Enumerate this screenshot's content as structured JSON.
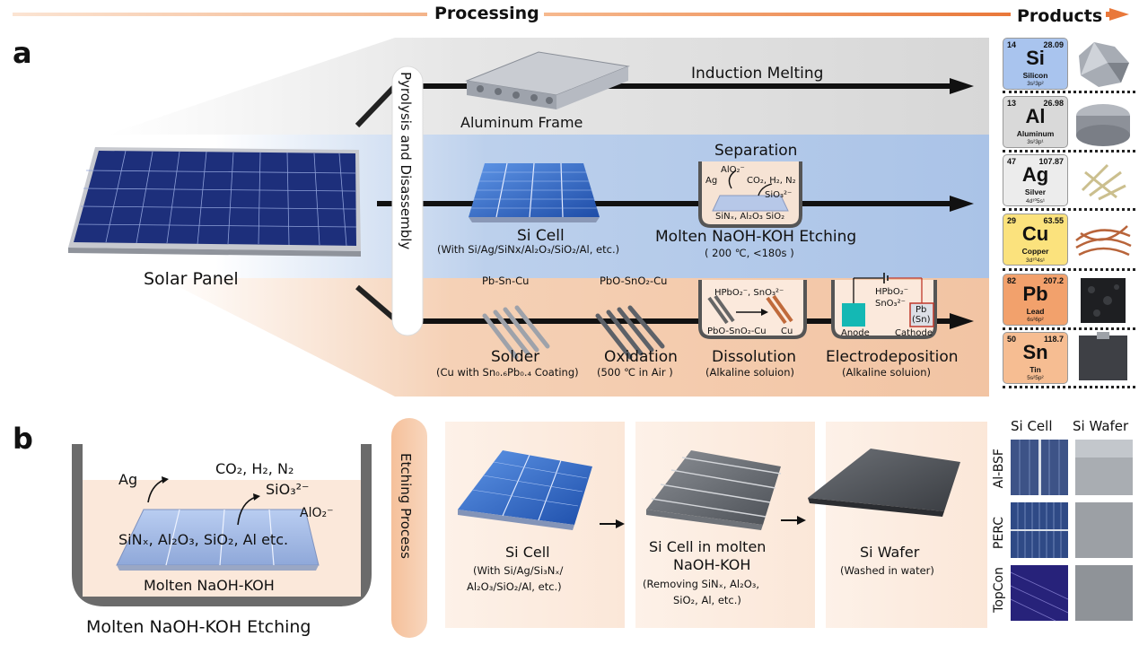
{
  "header": {
    "processing": "Processing",
    "products": "Products"
  },
  "panel_a": {
    "letter": "a",
    "solar_panel": "Solar Panel",
    "pyrolysis": "Pyrolysis and Disassembly",
    "aluminum_frame": "Aluminum Frame",
    "induction_melting": "Induction Melting",
    "separation": "Separation",
    "si_cell": "Si Cell",
    "si_cell_sub": "(With Si/Ag/SiNx/Al₂O₃/SiO₂/Al, etc.)",
    "molten_etching": "Molten NaOH-KOH Etching",
    "molten_etching_sub": "( 200 ℃, <180s )",
    "beaker1": {
      "ag": "Ag",
      "alo2": "AlO₂⁻",
      "gases": "CO₂, H₂, N₂",
      "sio3": "SiO₃²⁻",
      "bottom": "SiNₓ, Al₂O₃ SiO₂"
    },
    "pb_sn_cu": "Pb-Sn-Cu",
    "pbo_sno2_cu": "PbO-SnO₂-Cu",
    "solder": "Solder",
    "solder_sub": "(Cu with Sn₀.₆Pb₀.₄ Coating)",
    "oxidation": "Oxidation",
    "oxidation_sub": "(500 ℃ in Air )",
    "dissolution": "Dissolution",
    "dissolution_sub": "(Alkaline soluion)",
    "electrodeposition": "Electrodeposition",
    "electrodeposition_sub": "(Alkaline soluion)",
    "beaker2": {
      "ions": "HPbO₂⁻, SnO₃²⁻",
      "left": "PbO-SnO₂-Cu",
      "right": "Cu"
    },
    "beaker3": {
      "ions1": "HPbO₂⁻",
      "ions2": "SnO₃²⁻",
      "anode": "Anode",
      "cathode": "Cathode",
      "pb": "Pb",
      "sn": "(Sn)"
    }
  },
  "products": [
    {
      "num": "14",
      "mass": "28.09",
      "sym": "Si",
      "name": "Silicon",
      "cfg": "3s²3p²",
      "color": "#a9c4ee"
    },
    {
      "num": "13",
      "mass": "26.98",
      "sym": "Al",
      "name": "Aluminum",
      "cfg": "3s²3p¹",
      "color": "#d9d9d9"
    },
    {
      "num": "47",
      "mass": "107.87",
      "sym": "Ag",
      "name": "Silver",
      "cfg": "4d¹⁰5s¹",
      "color": "#ececec"
    },
    {
      "num": "29",
      "mass": "63.55",
      "sym": "Cu",
      "name": "Copper",
      "cfg": "3d¹⁰4s¹",
      "color": "#fbe27d"
    },
    {
      "num": "82",
      "mass": "207.2",
      "sym": "Pb",
      "name": "Lead",
      "cfg": "6s²6p²",
      "color": "#f2a16c"
    },
    {
      "num": "50",
      "mass": "118.7",
      "sym": "Sn",
      "name": "Tin",
      "cfg": "5s²5p²",
      "color": "#f6bd92"
    }
  ],
  "panel_b": {
    "letter": "b",
    "ag": "Ag",
    "gases": "CO₂, H₂, N₂",
    "sio3": "SiO₃²⁻",
    "alo2": "AlO₂⁻",
    "layers": "SiNₓ, Al₂O₃, SiO₂, Al etc.",
    "molten": "Molten NaOH-KOH",
    "caption": "Molten NaOH-KOH Etching",
    "etching_process": "Etching Process",
    "step1_title": "Si Cell",
    "step1_sub1": "(With Si/Ag/Si₃Nₓ/",
    "step1_sub2": "Al₂O₃/SiO₂/Al, etc.)",
    "step2_title1": "Si Cell in molten",
    "step2_title2": "NaOH-KOH",
    "step2_sub1": "(Removing SiNₓ, Al₂O₃,",
    "step2_sub2": "SiO₂, Al, etc.)",
    "step3_title": "Si Wafer",
    "step3_sub": "(Washed in water)",
    "grid_cols": [
      "Si Cell",
      "Si Wafer"
    ],
    "grid_rows": [
      "Al-BSF",
      "PERC",
      "TopCon"
    ]
  }
}
